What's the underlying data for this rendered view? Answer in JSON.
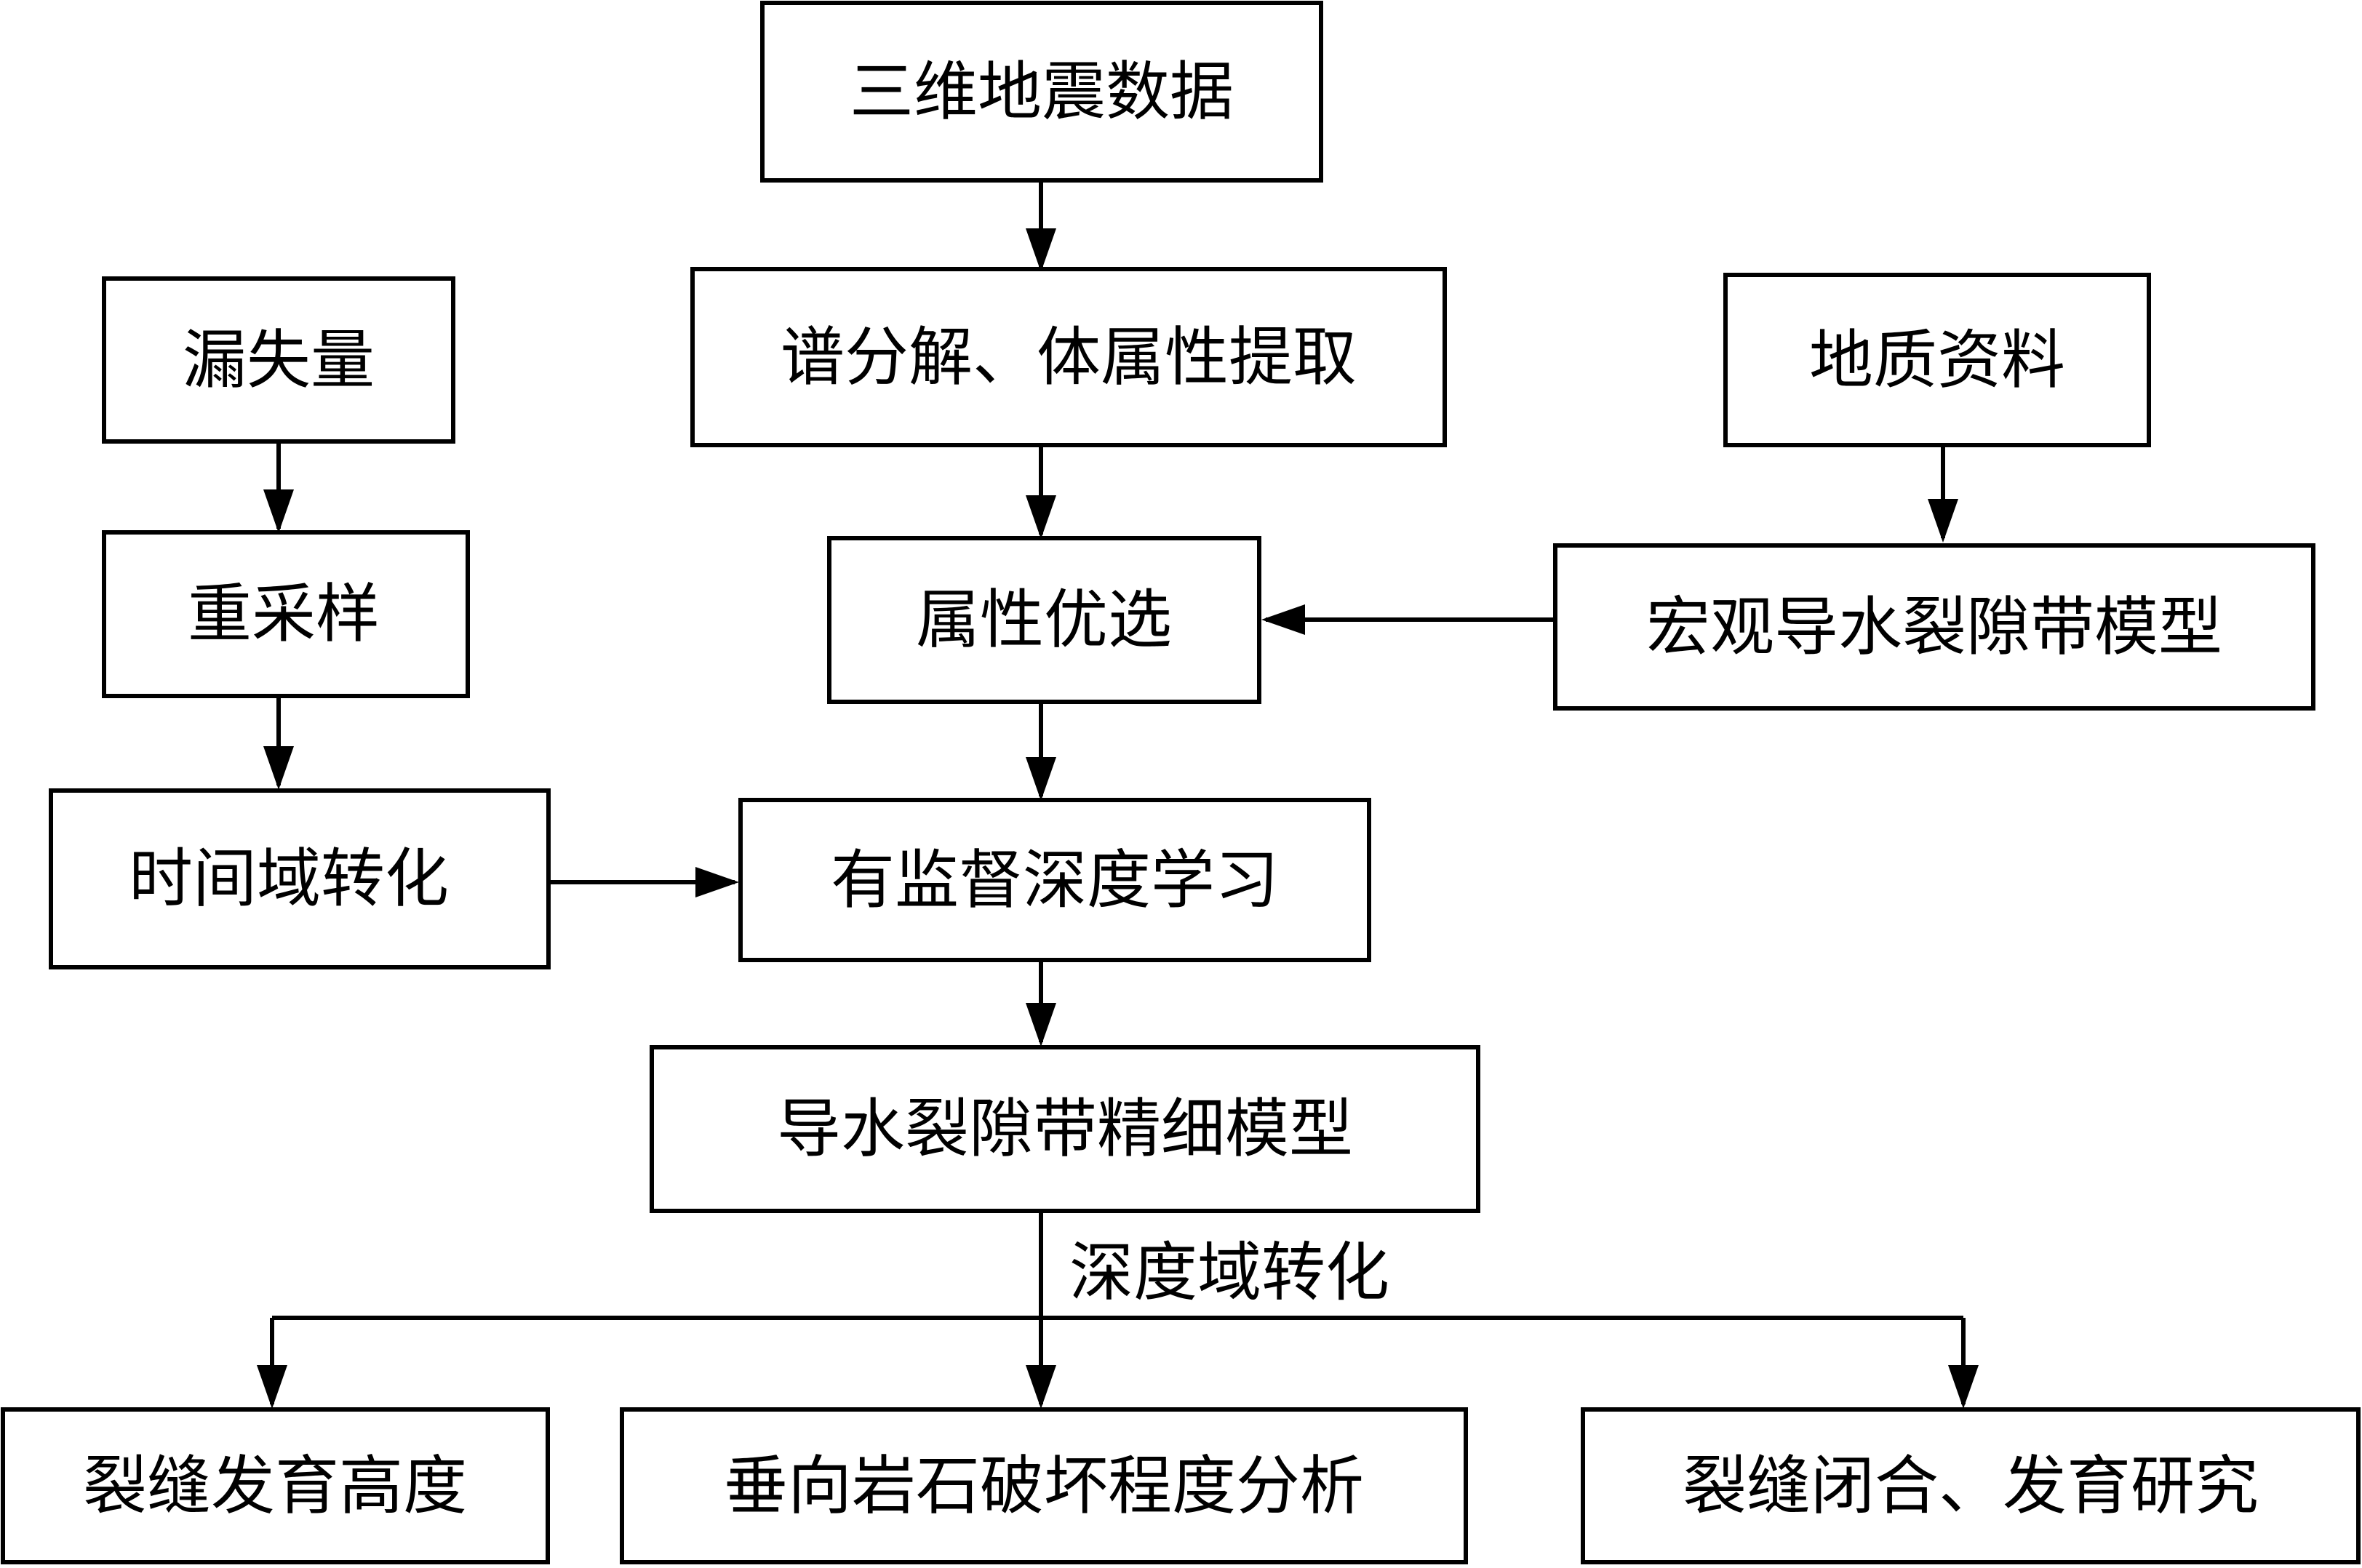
{
  "nodes": {
    "seismic_3d": "三维地震数据",
    "spectral": "谱分解、体属性提取",
    "attr_select": "属性优选",
    "supervised": "有监督深度学习",
    "fine_model": "导水裂隙带精细模型",
    "loss": "漏失量",
    "resample": "重采样",
    "time_conv": "时间域转化",
    "geology": "地质资料",
    "macro_model": "宏观导水裂隙带模型",
    "crack_height": "裂缝发育高度",
    "rock_damage": "垂向岩石破坏程度分析",
    "crack_closure": "裂缝闭合、发育研究"
  },
  "edges": {
    "depth_conv_label": "深度域转化"
  }
}
